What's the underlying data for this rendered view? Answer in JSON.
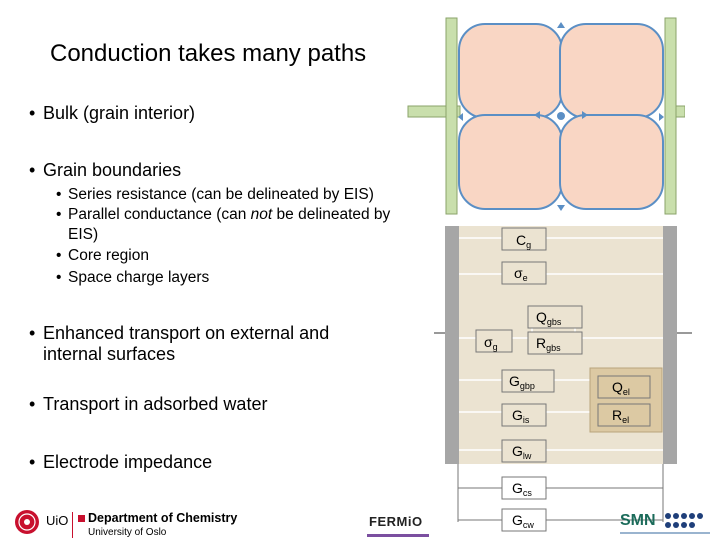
{
  "slide": {
    "title": "Conduction takes many paths",
    "bullets": [
      {
        "text": "Bulk (grain interior)"
      },
      {
        "text": "Grain boundaries"
      },
      {
        "text": "Enhanced transport on external and internal surfaces"
      },
      {
        "text": "Transport in adsorbed water"
      },
      {
        "text": "Electrode impedance"
      }
    ],
    "sub_bullets": [
      {
        "text": "Series resistance (can be delineated by EIS)"
      },
      {
        "pre": "Parallel conductance (can ",
        "em": "not",
        "post": " be delineated by EIS)"
      },
      {
        "text": "Core region"
      },
      {
        "text": "Space charge layers"
      }
    ],
    "bullet_glyph": "•"
  },
  "circuit": {
    "labels": {
      "cg": "C",
      "cg_sub": "g",
      "se": "σ",
      "se_sub": "e",
      "qgbs": "Q",
      "qgbs_sub": "gbs",
      "sg": "σ",
      "sg_sub": "g",
      "rgbs": "R",
      "rgbs_sub": "gbs",
      "ggbp": "G",
      "ggbp_sub": "gbp",
      "qel": "Q",
      "qel_sub": "el",
      "gis": "G",
      "gis_sub": "is",
      "rel": "R",
      "rel_sub": "el",
      "glw": "G",
      "glw_sub": "lw",
      "gcs": "G",
      "gcs_sub": "cs",
      "gcw": "G",
      "gcw_sub": "cw"
    }
  },
  "colors": {
    "grain_fill": "#f9d6c4",
    "grain_stroke": "#5b8fc5",
    "electrode": "#c9dfac",
    "panel_bg": "#ebe3d1",
    "el_box": "#dcc9a3",
    "side_bar": "#a6a6a6"
  },
  "footer": {
    "uio": "UiO",
    "dept": "Department of Chemistry",
    "university": "University of Oslo",
    "fermio": "FERMiO",
    "smn": "SMN"
  }
}
